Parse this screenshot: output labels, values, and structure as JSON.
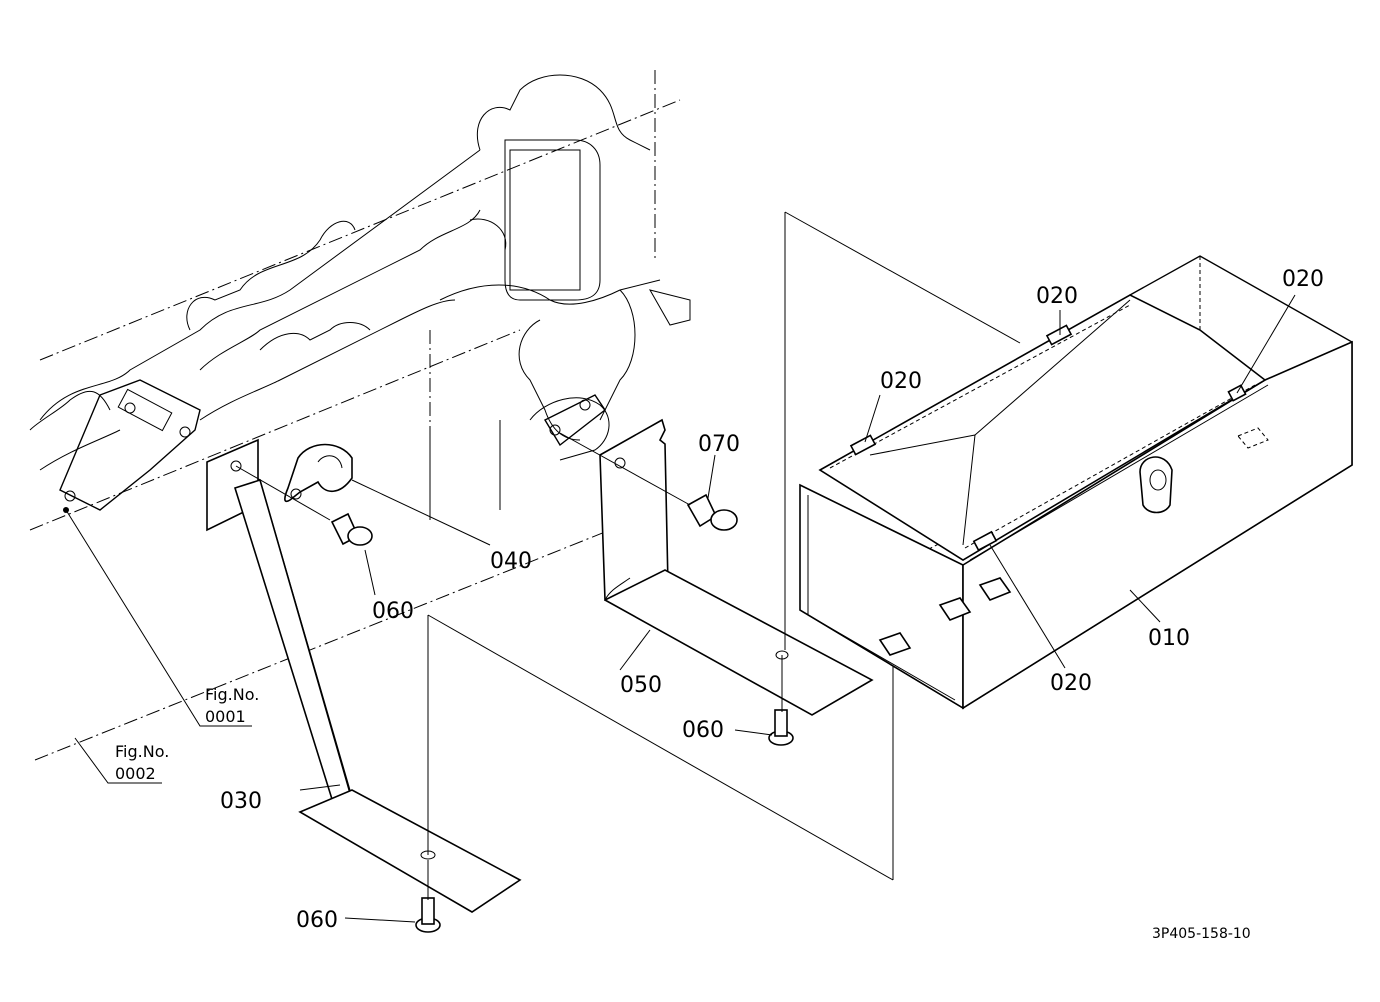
{
  "labels": {
    "l010": "010",
    "l020a": "020",
    "l020b": "020",
    "l020c": "020",
    "l020d": "020",
    "l030": "030",
    "l040": "040",
    "l050": "050",
    "l060a": "060",
    "l060b": "060",
    "l060c": "060",
    "l070": "070"
  },
  "figrefs": {
    "f1_title": "Fig.No.",
    "f1_num": "0001",
    "f2_title": "Fig.No.",
    "f2_num": "0002"
  },
  "drawing_code": "3P405-158-10"
}
